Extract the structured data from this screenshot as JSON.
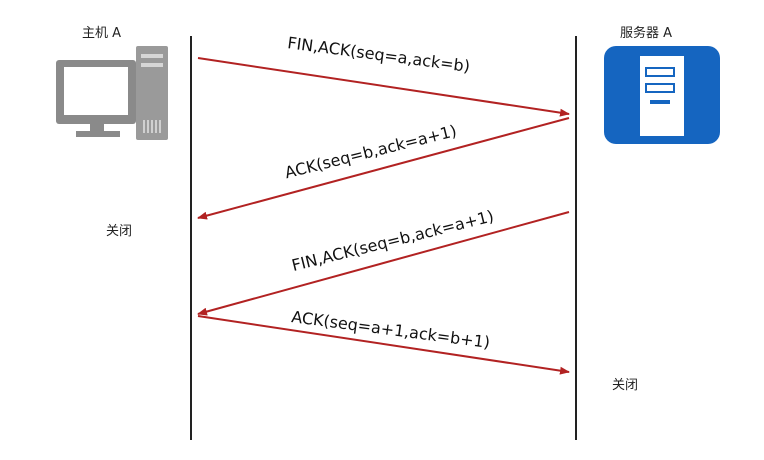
{
  "host": {
    "name": "主机 A",
    "closed_label": "关闭",
    "icon": "computer-icon"
  },
  "server": {
    "name": "服务器 A",
    "closed_label": "关闭",
    "icon": "server-icon",
    "icon_color": "#1565c0"
  },
  "arrow_color": "#b22222",
  "messages": [
    {
      "text": "FIN,ACK(seq=a,ack=b)",
      "from": "host",
      "to": "server"
    },
    {
      "text": "ACK(seq=b,ack=a+1)",
      "from": "server",
      "to": "host"
    },
    {
      "text": "FIN,ACK(seq=b,ack=a+1)",
      "from": "server",
      "to": "host"
    },
    {
      "text": "ACK(seq=a+1,ack=b+1)",
      "from": "host",
      "to": "server"
    }
  ]
}
